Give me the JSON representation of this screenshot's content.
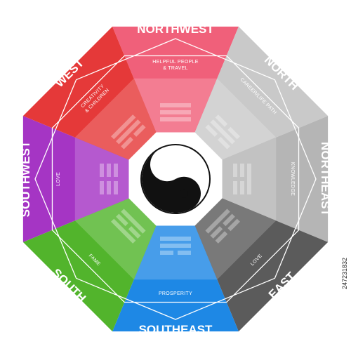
{
  "diagram": {
    "sectors": [
      {
        "id": "northwest",
        "direction": "NORTHWEST",
        "area": "HELPFUL PEOPLE\n& TRAVEL",
        "color": "#f0607a",
        "trigram": [
          1,
          1,
          1
        ]
      },
      {
        "id": "north",
        "direction": "NORTH",
        "area": "CAREER/LIFE PATH",
        "color": "#c9c9c9",
        "trigram": [
          0,
          1,
          0
        ]
      },
      {
        "id": "northeast",
        "direction": "NORTHEAST",
        "area": "KNOWLEDGE",
        "color": "#b5b5b5",
        "trigram": [
          1,
          0,
          0
        ]
      },
      {
        "id": "east",
        "direction": "EAST",
        "area": "LOVE",
        "color": "#5b5b5b",
        "trigram": [
          0,
          0,
          1
        ]
      },
      {
        "id": "southeast",
        "direction": "SOUTHEAST",
        "area": "PROSPERITY",
        "color": "#1e88e5",
        "trigram": [
          0,
          1,
          1
        ]
      },
      {
        "id": "south",
        "direction": "SOUTH",
        "area": "FAME",
        "color": "#52b42c",
        "trigram": [
          1,
          0,
          1
        ]
      },
      {
        "id": "southwest",
        "direction": "SOUTHWEST",
        "area": "LOVE",
        "color": "#a535c4",
        "trigram": [
          0,
          0,
          0
        ]
      },
      {
        "id": "west",
        "direction": "WEST",
        "area": "CREATIVITY\n& CHILDREN",
        "color": "#e53939",
        "trigram": [
          1,
          1,
          0
        ]
      }
    ],
    "center_icon": "yin-yang-icon",
    "outline_color": "#ffffff"
  },
  "stock_id": "247231832"
}
